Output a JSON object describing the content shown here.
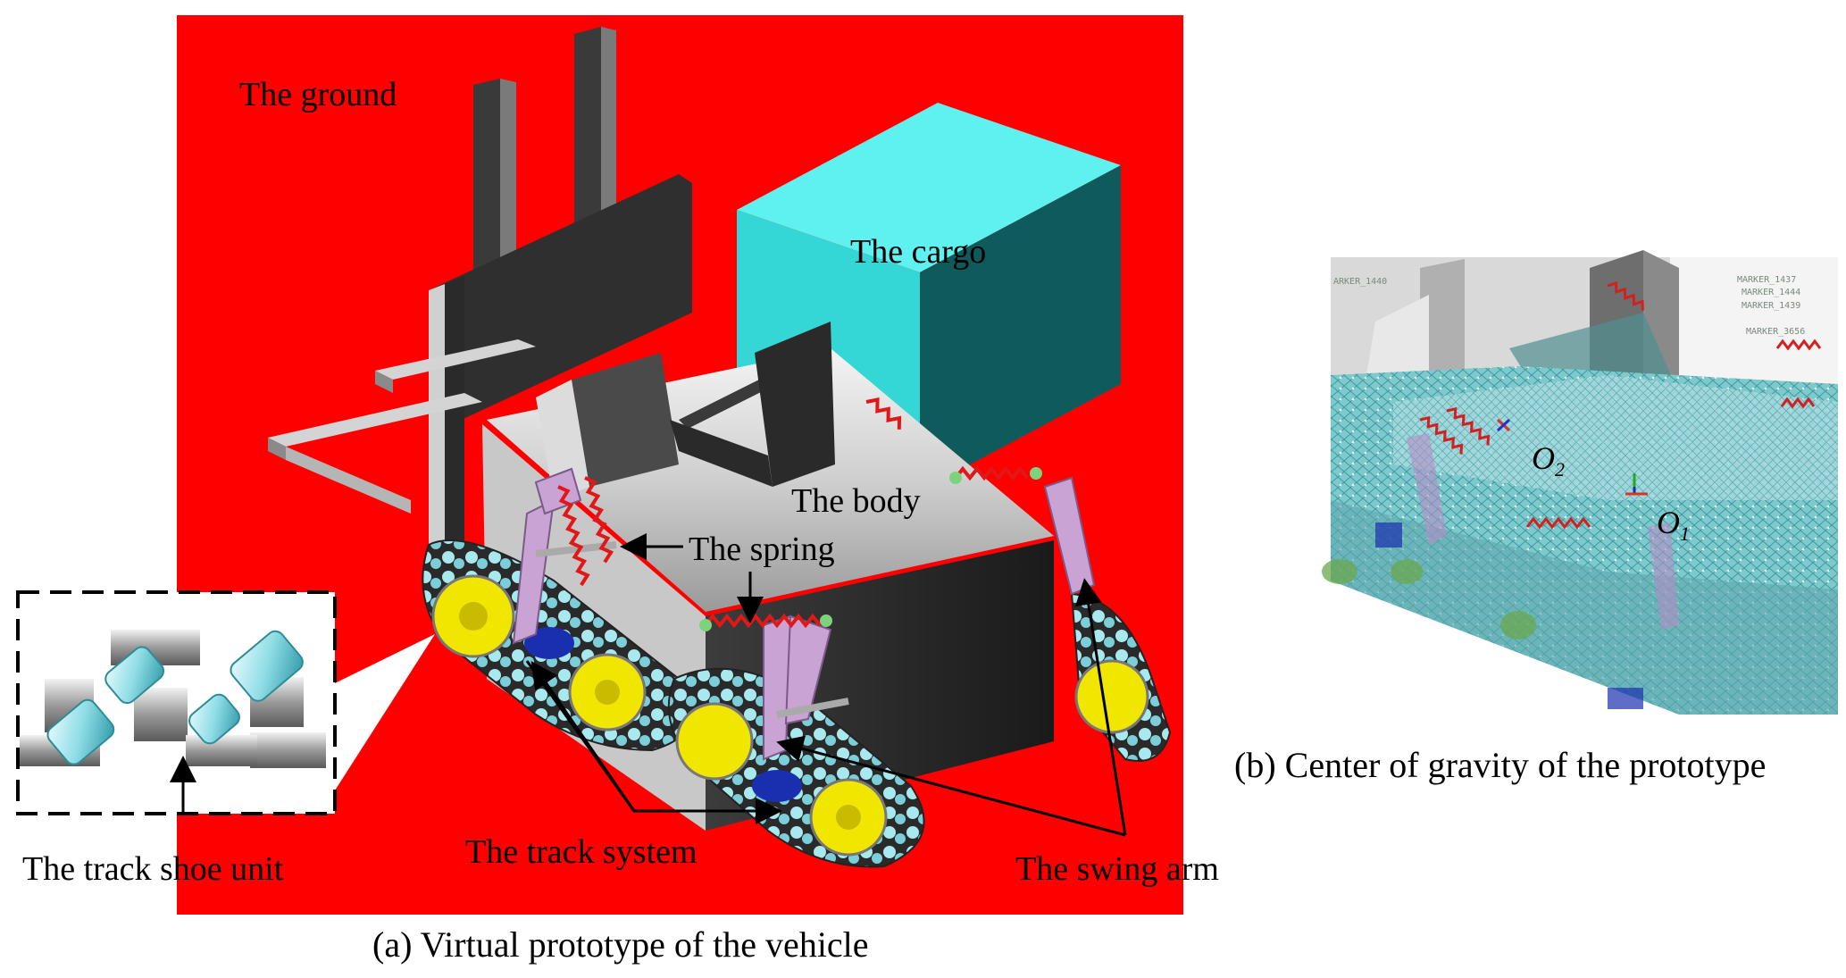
{
  "panel_a": {
    "labels": {
      "ground": "The ground",
      "cargo": "The cargo",
      "body": "The body",
      "spring": "The spring",
      "track_system": "The track system",
      "swing_arm": "The swing arm",
      "track_shoe_unit": "The track shoe unit"
    },
    "caption": "(a) Virtual prototype of the vehicle"
  },
  "panel_b": {
    "markers": {
      "o2_letter": "O",
      "o2_sub": "2",
      "o1_letter": "O",
      "o1_sub": "1"
    },
    "marker_texts": [
      "ARKER_1440",
      "MARKER_1437",
      "MARKER_1444",
      "MARKER_1439",
      "MARKER_3656"
    ],
    "caption": "(b) Center of gravity of the prototype"
  },
  "colors": {
    "ground": "#ff0000",
    "cargo": "#3fe6e6",
    "body": "#d6d6d6",
    "wheel": "#f0e600",
    "track_shoe": "#9fe7ee",
    "spring": "#e01818",
    "swing_arm": "#c9a3d4",
    "hub": "#1a2fb0"
  }
}
